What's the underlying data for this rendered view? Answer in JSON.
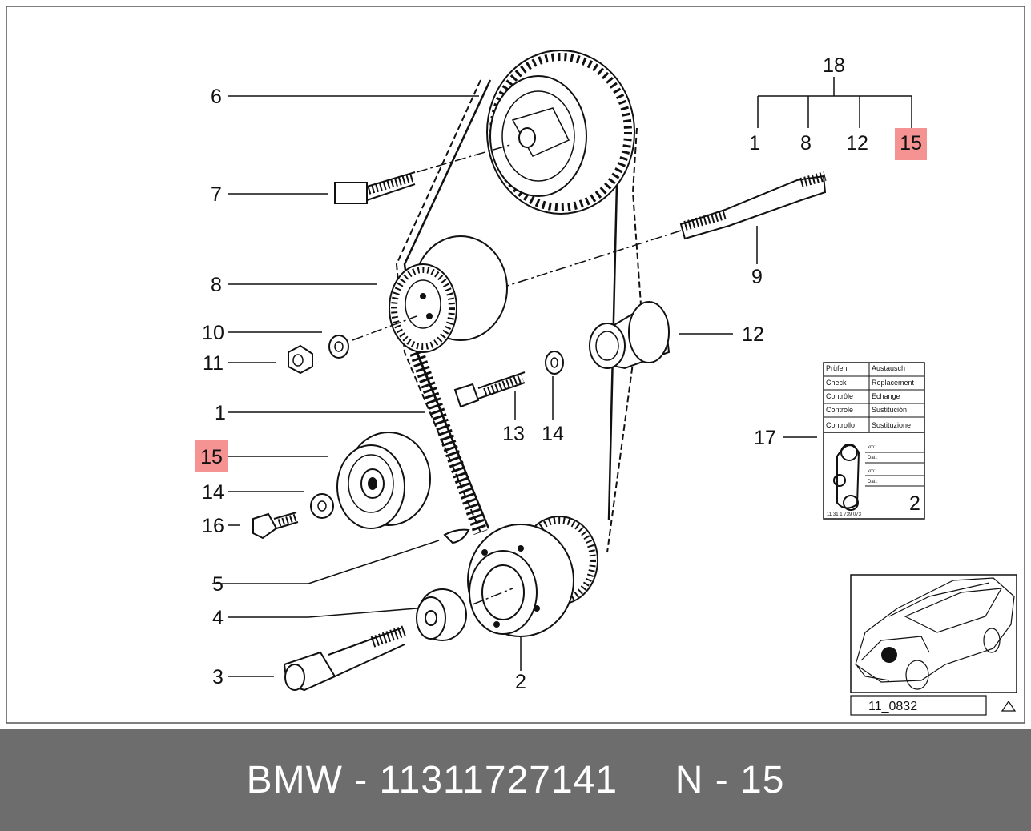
{
  "labels": {
    "l6": "6",
    "l7": "7",
    "l8": "8",
    "l10": "10",
    "l11": "11",
    "l1": "1",
    "l15": "15",
    "l14a": "14",
    "l16": "16",
    "l5": "5",
    "l4": "4",
    "l3": "3",
    "l2": "2",
    "l9": "9",
    "l12": "12",
    "l13": "13",
    "l14b": "14",
    "l17": "17"
  },
  "tree": {
    "root": "18",
    "c1": "1",
    "c2": "8",
    "c3": "12",
    "c4": "15"
  },
  "table": {
    "r1": [
      "Prüfen",
      "Austausch"
    ],
    "r2": [
      "Check",
      "Replacement"
    ],
    "r3": [
      "Contrôle",
      "Echange"
    ],
    "r4": [
      "Controle",
      "Sustitución"
    ],
    "r5": [
      "Controllo",
      "Sostituzione"
    ],
    "fields": [
      "km:",
      "Dat.:",
      "km:",
      "Dat.:"
    ],
    "part_no": "11 31 1 739 073",
    "num": "2"
  },
  "diagram_code": "11_0832",
  "footer": {
    "text": "BMW - 11311727141     N - 15"
  },
  "colors": {
    "highlight": "#f59393",
    "footer_bg": "#6d6d6d",
    "frame": "#555555"
  }
}
